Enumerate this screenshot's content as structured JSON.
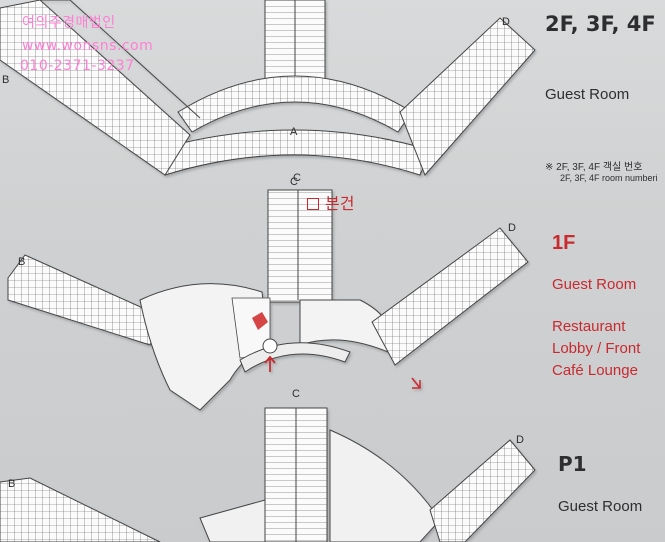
{
  "watermark": {
    "company": "여의주경매법인",
    "website": "www.wonsns.com",
    "phone": "010-2371-3237"
  },
  "sign": {
    "upper_floors": {
      "floor_label": "2F, 3F, 4F",
      "room_type": "Guest Room",
      "note_kr": "※ 2F, 3F, 4F 객실 번호",
      "note_en": "2F, 3F, 4F room numberi",
      "wing_labels": [
        "A",
        "B",
        "C",
        "D"
      ]
    },
    "ground_floor": {
      "floor_label": "1F",
      "areas": [
        "Guest Room",
        "Restaurant",
        "Lobby / Front",
        "Café Lounge"
      ],
      "legend_label": "본건",
      "wing_labels": [
        "B",
        "C",
        "D"
      ]
    },
    "basement": {
      "floor_label": "P1",
      "room_type": "Guest Room",
      "wing_labels": [
        "B",
        "C",
        "D"
      ]
    }
  },
  "colors": {
    "accent_red": "#c92a2f",
    "text_dark": "#2e2e30",
    "watermark_pink": "#ff7fd4",
    "panel": "#cfd1d2",
    "plan_fill": "#fafafa"
  }
}
